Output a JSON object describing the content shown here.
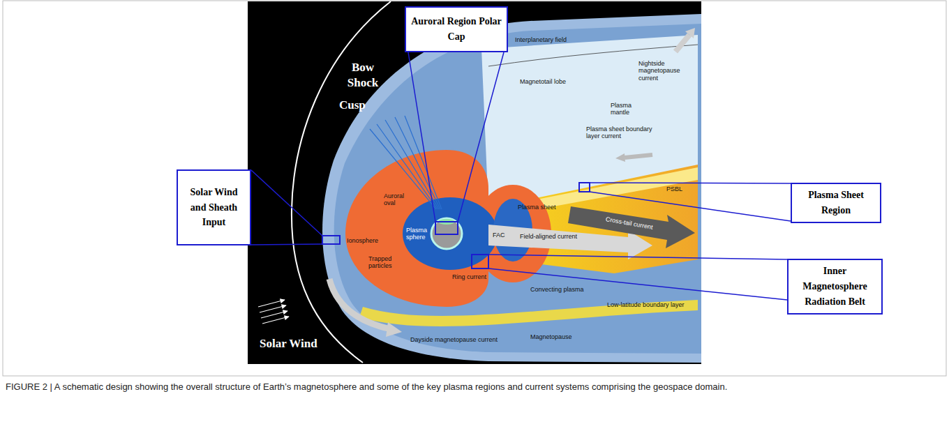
{
  "diagram": {
    "caption": "FIGURE 2 | A schematic design showing the overall structure of Earth’s magnetosphere and some of the key plasma regions and current systems comprising the geospace domain.",
    "nodes": [
      {
        "text": [
          "Auroral Region Polar Cap"
        ]
      },
      {
        "text": [
          "Solar Wind and Sheath Input"
        ]
      },
      {
        "text": [
          "Plasma Sheet Region"
        ]
      },
      {
        "text": [
          "Inner Magnetosphere Radiation Belt"
        ]
      }
    ],
    "labels": [
      "Bow Shock",
      "Cusp",
      "Solar Wind",
      "Interplanetary field",
      "Nightside magnetopause current",
      "Magnetotail lobe",
      "Plasma mantle",
      "Plasma sheet boundary layer current",
      "PSBL",
      "Plasma sheet",
      "Cross-tail current",
      "Field-aligned current",
      "FAC",
      "Ring current",
      "Auroral oval",
      "Plasma sphere",
      "Ionosphere",
      "Trapped particles",
      "Convecting plasma",
      "Low-latitude boundary layer",
      "Dayside magnetopause current",
      "Magnetopause"
    ]
  }
}
